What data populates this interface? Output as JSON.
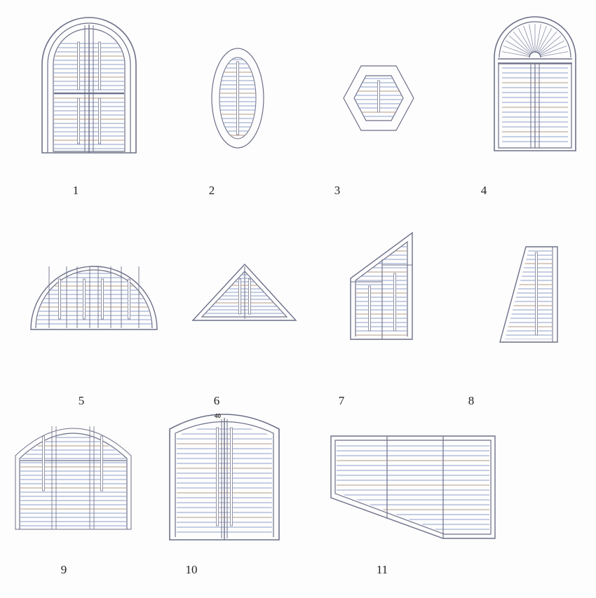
{
  "title": "Shutter shapes",
  "colors": {
    "frame": "#6d7088",
    "louver": "#8fa0cc",
    "rod": "#7a7c90",
    "accent": "#b59a86"
  },
  "shapes": [
    {
      "id": 1,
      "label": "1",
      "name": "arched-double-shutter"
    },
    {
      "id": 2,
      "label": "2",
      "name": "oval-shutter"
    },
    {
      "id": 3,
      "label": "3",
      "name": "hexagon-shutter"
    },
    {
      "id": 4,
      "label": "4",
      "name": "sunburst-arch-shutter"
    },
    {
      "id": 5,
      "label": "5",
      "name": "half-circle-shutter"
    },
    {
      "id": 6,
      "label": "6",
      "name": "triangle-shutter"
    },
    {
      "id": 7,
      "label": "7",
      "name": "sloped-top-shutter"
    },
    {
      "id": 8,
      "label": "8",
      "name": "trapezoid-shutter"
    },
    {
      "id": 9,
      "label": "9",
      "name": "eyebrow-arch-shutter"
    },
    {
      "id": 10,
      "label": "10",
      "name": "shallow-arch-shutter",
      "annotation": "40"
    },
    {
      "id": 11,
      "label": "11",
      "name": "angled-bottom-shutter"
    }
  ]
}
